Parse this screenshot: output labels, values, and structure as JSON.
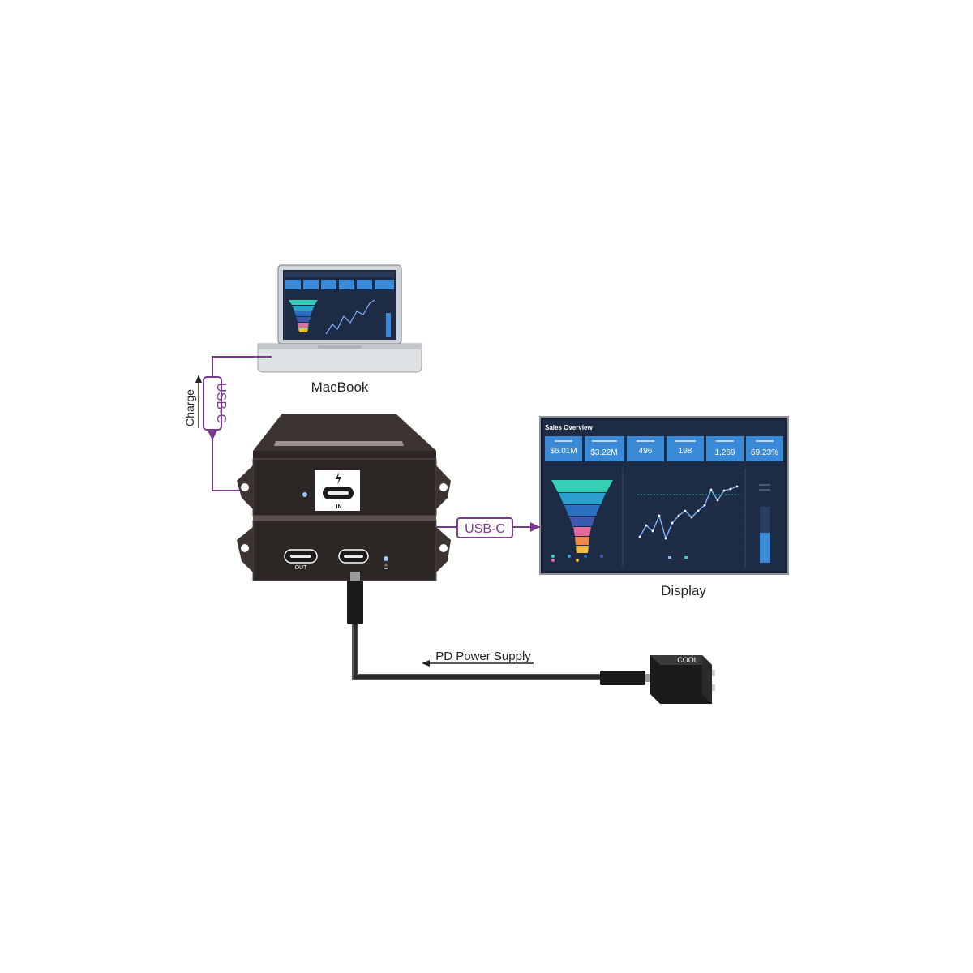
{
  "labels": {
    "macbook": "MacBook",
    "display": "Display",
    "charge": "Charge",
    "usbc_vertical": "USB-C",
    "usbc_horizontal": "USB-C",
    "pd_power_supply": "PD Power Supply"
  },
  "device": {
    "in_label": "IN",
    "out_label": "OUT"
  },
  "charger": {
    "brand": "COOL"
  },
  "dashboard": {
    "title": "Sales Overview",
    "kpis": [
      {
        "value": "$6.01M"
      },
      {
        "value": "$3.22M"
      },
      {
        "value": "496"
      },
      {
        "value": "198"
      },
      {
        "value": "1,269"
      },
      {
        "value": "69.23%"
      }
    ]
  },
  "colors": {
    "cable_purple": "#7a3a8f",
    "device_body": "#3b3431",
    "device_face": "#2c2624",
    "dashboard_bg": "#1d2b44",
    "kpi_blue": "#3a8ad8",
    "funnel": [
      "#36d0b7",
      "#2aa0cf",
      "#2a6fc0",
      "#3c58b0",
      "#e86a9a",
      "#f08a4a",
      "#f6b840"
    ]
  }
}
